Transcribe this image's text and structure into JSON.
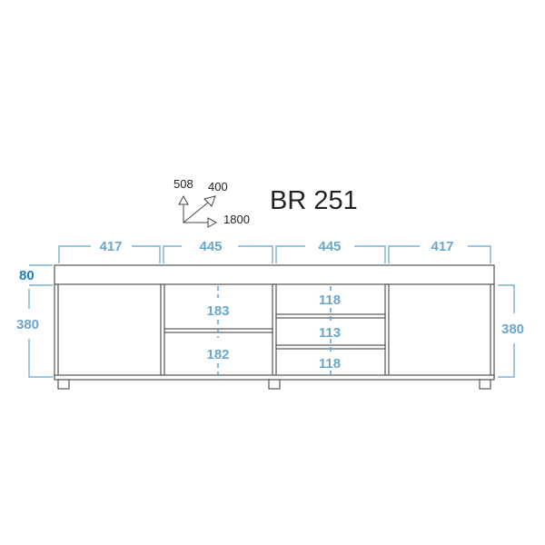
{
  "title": "BR 251",
  "axes": {
    "height": "508",
    "depth": "400",
    "width": "1800"
  },
  "dimensions": {
    "top": [
      "417",
      "445",
      "445",
      "417"
    ],
    "top_slab": "80",
    "left_height": "380",
    "right_height": "380",
    "left_compartments": [
      "183",
      "182"
    ],
    "right_compartments": [
      "118",
      "113",
      "118"
    ]
  },
  "colors": {
    "dimension": "#6aa6cc",
    "dimension_dark": "#1f7fb0",
    "outline": "#555555"
  }
}
